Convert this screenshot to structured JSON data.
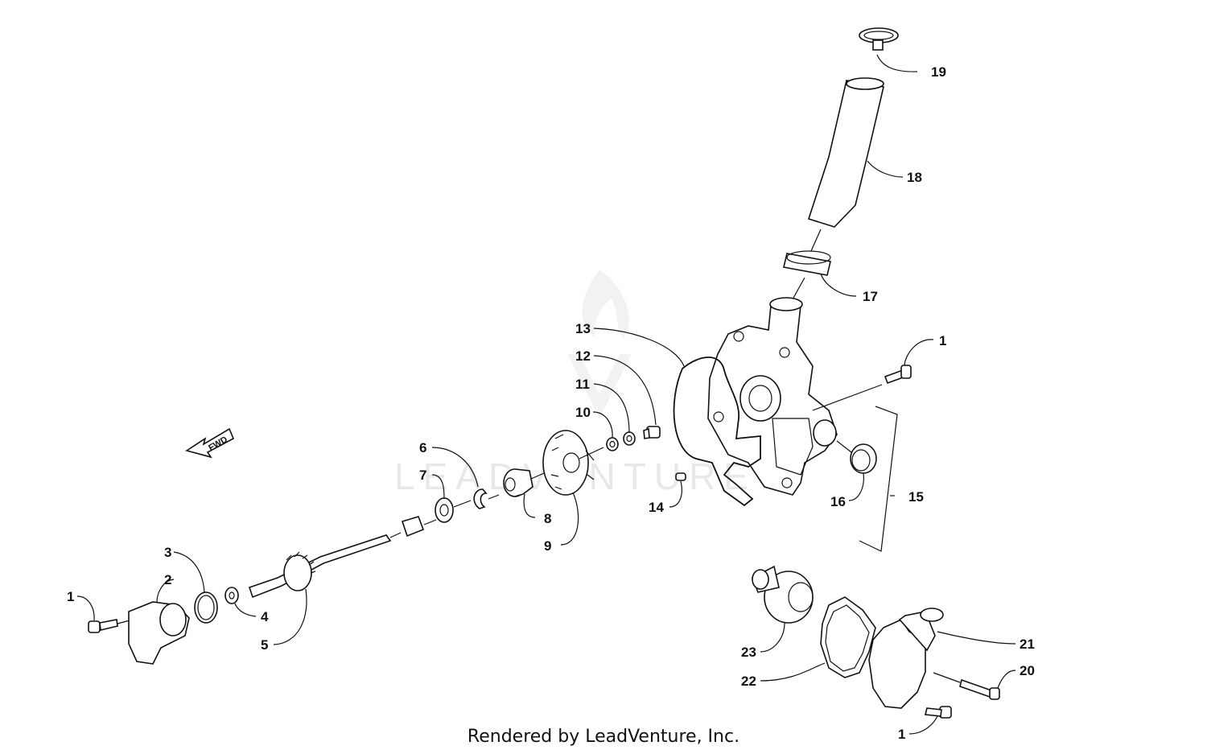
{
  "footer": "Rendered by LeadVenture, Inc.",
  "watermark": "LEADVENTURE",
  "fwd_label": "FWD",
  "callouts": {
    "c1a": "1",
    "c1b": "1",
    "c1c": "1",
    "c2": "2",
    "c3": "3",
    "c4": "4",
    "c5": "5",
    "c6": "6",
    "c7": "7",
    "c8": "8",
    "c9": "9",
    "c10": "10",
    "c11": "11",
    "c12": "12",
    "c13": "13",
    "c14": "14",
    "c15": "15",
    "c16": "16",
    "c17": "17",
    "c18": "18",
    "c19": "19",
    "c20": "20",
    "c21": "21",
    "c22": "22",
    "c23": "23"
  }
}
